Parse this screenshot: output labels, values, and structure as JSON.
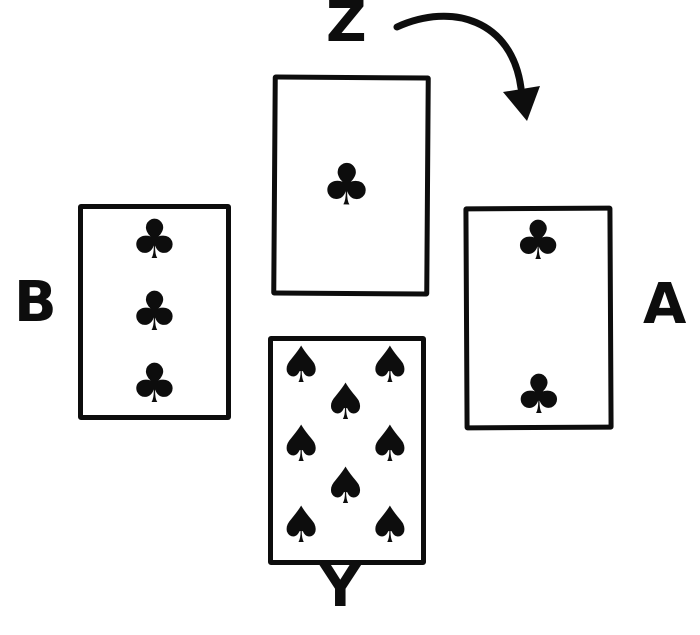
{
  "diagram": {
    "background": "#ffffff",
    "ink_color": "#0d0d0d",
    "players": {
      "top": {
        "label": "Z"
      },
      "left": {
        "label": "B"
      },
      "right": {
        "label": "A"
      },
      "bottom": {
        "label": "Y"
      }
    },
    "cards": {
      "top": {
        "owner": "Z",
        "suit": "clubs",
        "pip_count": 1,
        "symbol": "♣"
      },
      "left": {
        "owner": "B",
        "suit": "clubs",
        "pip_count": 3,
        "symbol": "♣"
      },
      "right": {
        "owner": "A",
        "suit": "clubs",
        "pip_count": 2,
        "symbol": "♣"
      },
      "bottom": {
        "owner": "Y",
        "suit": "spades",
        "pip_count": 8,
        "symbol": "♠"
      }
    },
    "arrow": {
      "name": "curved-arrow",
      "from_label": "Z",
      "toward_label": "A",
      "direction": "clockwise"
    }
  }
}
